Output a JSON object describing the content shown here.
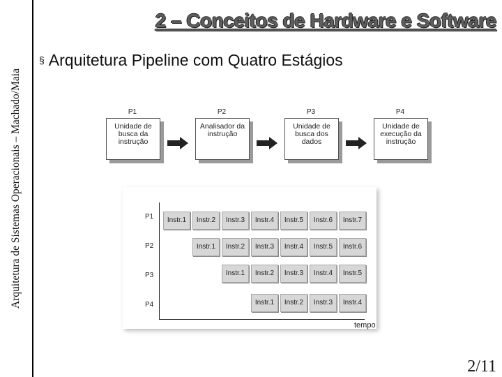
{
  "side_text": "Arquitetura de Sistemas Operacionais – Machado/Maia",
  "title": "2 – Conceitos de Hardware e Software",
  "bullet": {
    "marker": "§",
    "text": "Arquitetura Pipeline com Quatro Estágios"
  },
  "stages": [
    {
      "label": "P1",
      "text": "Unidade de busca da instrução"
    },
    {
      "label": "P2",
      "text": "Analisador da instrução"
    },
    {
      "label": "P3",
      "text": "Unidade de busca dos dados"
    },
    {
      "label": "P4",
      "text": "Unidade de execução da instrução"
    }
  ],
  "timeline": {
    "axis_label": "tempo",
    "rows": [
      {
        "label": "P1",
        "cells": [
          "Instr.1",
          "Instr.2",
          "Instr.3",
          "Instr.4",
          "Instr.5",
          "Instr.6",
          "Instr.7"
        ]
      },
      {
        "label": "P2",
        "cells": [
          "Instr.1",
          "Instr.2",
          "Instr.3",
          "Instr.4",
          "Instr.5",
          "Instr.6"
        ]
      },
      {
        "label": "P3",
        "cells": [
          "Instr.1",
          "Instr.2",
          "Instr.3",
          "Instr.4",
          "Instr.5"
        ]
      },
      {
        "label": "P4",
        "cells": [
          "Instr.1",
          "Instr.2",
          "Instr.3",
          "Instr.4"
        ]
      }
    ]
  },
  "page_number": "2/11"
}
